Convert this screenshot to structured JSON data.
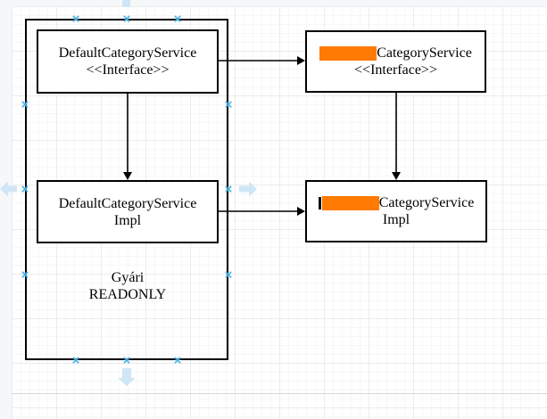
{
  "icons": {
    "connection_point": "×"
  },
  "diagram": {
    "group": {
      "line1": "Gyári",
      "line2": "READONLY"
    },
    "nodes": {
      "a": {
        "line1": "DefaultCategoryService",
        "line2": "<<Interface>>"
      },
      "b": {
        "line1": "DefaultCategoryService",
        "line2": "Impl"
      },
      "c": {
        "line1": "CategoryService",
        "line2": "<<Interface>>"
      },
      "d": {
        "line1": "CategoryService",
        "line2": "Impl"
      }
    },
    "colors": {
      "redaction_orange": "#ff7a00",
      "connection_point_blue": "#42b0e8",
      "direction_arrow_blue": "#cfe6f7",
      "node_stroke": "#000000",
      "grid_major": "#ececec",
      "grid_minor": "#f7f7f7",
      "offcanvas_background": "#f5f7f9"
    }
  }
}
